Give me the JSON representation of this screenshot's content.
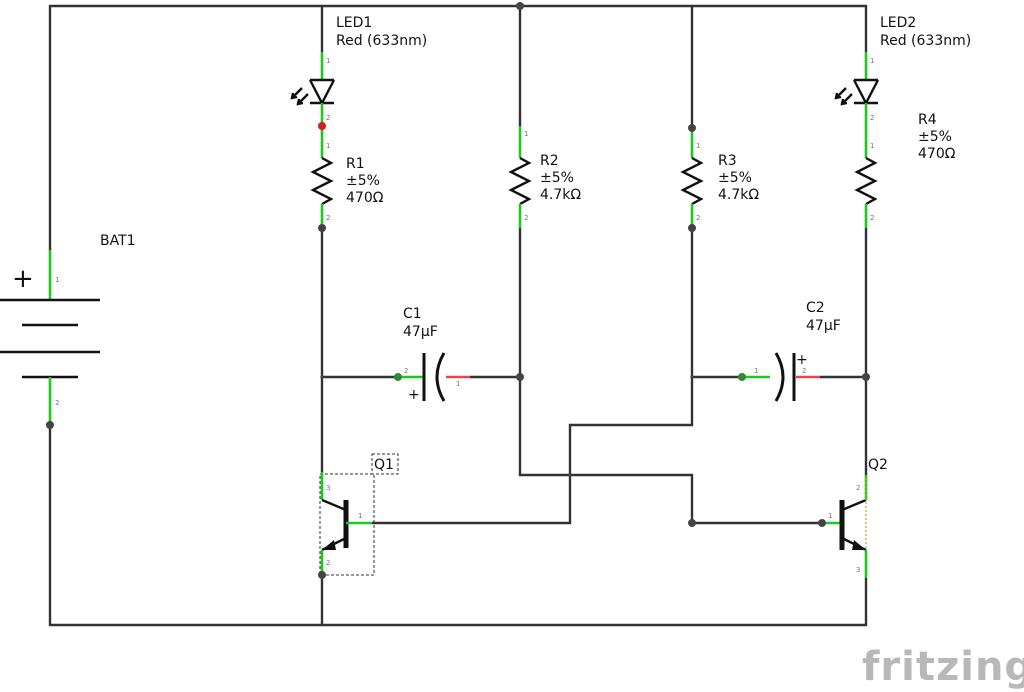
{
  "components": {
    "led1": {
      "name": "LED1",
      "value": "Red (633nm)"
    },
    "led2": {
      "name": "LED2",
      "value": "Red (633nm)"
    },
    "r1": {
      "name": "R1",
      "tolerance": "±5%",
      "value": "470Ω"
    },
    "r2": {
      "name": "R2",
      "tolerance": "±5%",
      "value": "4.7kΩ"
    },
    "r3": {
      "name": "R3",
      "tolerance": "±5%",
      "value": "4.7kΩ"
    },
    "r4": {
      "name": "R4",
      "tolerance": "±5%",
      "value": "470Ω"
    },
    "c1": {
      "name": "C1",
      "value": "47µF"
    },
    "c2": {
      "name": "C2",
      "value": "47µF"
    },
    "bat1": {
      "name": "BAT1"
    },
    "q1": {
      "name": "Q1"
    },
    "q2": {
      "name": "Q2"
    }
  },
  "symbols": {
    "plus": "+",
    "pin1": "1",
    "pin2": "2",
    "pin3": "3"
  },
  "logo": "fritzing",
  "colors": {
    "wire": "#333333",
    "pin_ok": "#1ec81e",
    "pin_unrouted": "#e24a4a",
    "logo": "#b8b8b8"
  }
}
